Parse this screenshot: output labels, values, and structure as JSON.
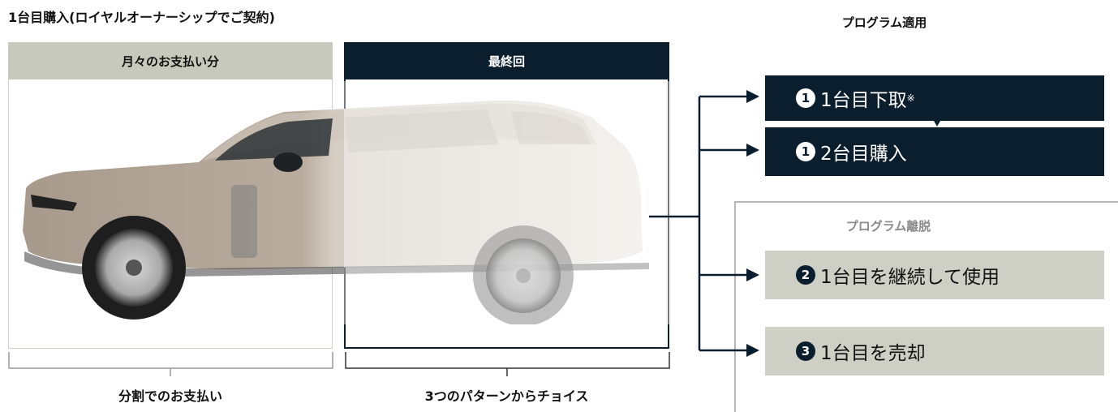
{
  "header": {
    "title": "1台目購入(ロイヤルオーナーシップでご契約)",
    "program_title": "プログラム適用"
  },
  "panels": {
    "monthly": {
      "label": "月々のお支払い分"
    },
    "final": {
      "label": "最終回"
    }
  },
  "captions": {
    "left": "分割でのお支払い",
    "right": "3つのパターンからチョイス"
  },
  "program": {
    "options": [
      {
        "badge": "1",
        "label": "1台目下取",
        "note": "※"
      },
      {
        "badge": "1",
        "label": "2台目購入"
      }
    ]
  },
  "exit": {
    "title": "プログラム離脱",
    "options": [
      {
        "badge": "2",
        "label": "1台目を継続して使用"
      },
      {
        "badge": "3",
        "label": "1台目を売却"
      }
    ]
  },
  "colors": {
    "navy": "#0b1e2e",
    "sage": "#c8c9bd",
    "car_body": "#b8a99a"
  },
  "icons": {
    "car": "suv-car-image",
    "arrows": "right-arrow-icon"
  }
}
